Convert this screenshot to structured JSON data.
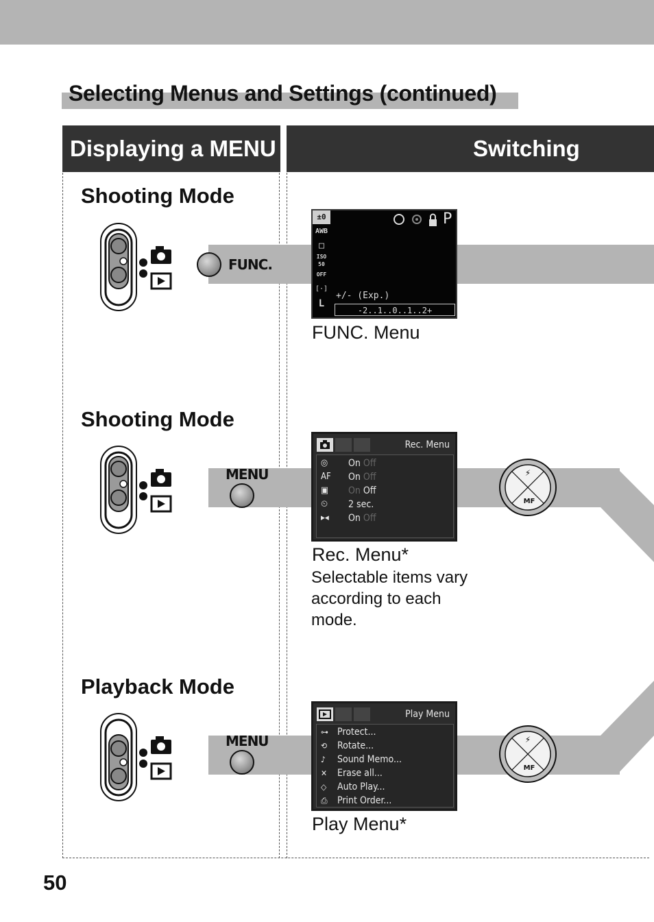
{
  "page": {
    "title": "Selecting Menus and Settings (continued)",
    "page_number": "50"
  },
  "headers": {
    "left": "Displaying a MENU",
    "right": "Switching"
  },
  "rows": [
    {
      "mode": "Shooting Mode",
      "button_label": "FUNC.",
      "caption": "FUNC. Menu",
      "screen": {
        "type": "func",
        "icons": [
          "±0",
          "AWB",
          "□",
          "ISO 50",
          "OFF",
          "[·]",
          "L"
        ],
        "top_right": "P",
        "label": "+/- (Exp.)",
        "scale": "-2..1..0..1..2+"
      }
    },
    {
      "mode": "Shooting Mode",
      "button_label": "MENU",
      "caption": "Rec. Menu*",
      "note": "Selectable items vary according to each mode.",
      "screen": {
        "type": "rec",
        "title": "Rec. Menu",
        "rows": [
          {
            "value": "On",
            "alt": "Off"
          },
          {
            "value": "On",
            "alt": "Off"
          },
          {
            "value": "On",
            "alt": "Off"
          },
          {
            "value": "2 sec.",
            "alt": ""
          },
          {
            "value": "On",
            "alt": "Off"
          }
        ]
      }
    },
    {
      "mode": "Playback Mode",
      "button_label": "MENU",
      "caption": "Play Menu*",
      "screen": {
        "type": "play",
        "title": "Play Menu",
        "items": [
          "Protect...",
          "Rotate...",
          "Sound Memo...",
          "Erase all...",
          "Auto Play...",
          "Print Order..."
        ]
      }
    }
  ],
  "dial_labels": {
    "top": "⚡",
    "bottom": "MF"
  }
}
